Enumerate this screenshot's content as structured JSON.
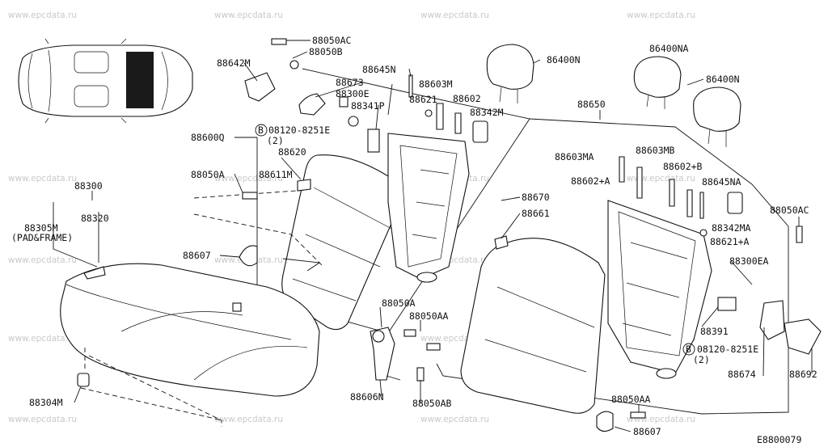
{
  "diagram": {
    "code": "E8800079",
    "watermark": "www.epcdata.ru",
    "callout_b": "B",
    "labels": {
      "p88050AC": "88050AC",
      "p88050B": "88050B",
      "p88642M": "88642M",
      "p88645N": "88645N",
      "p86400N_a": "86400N",
      "p86400NA": "86400NA",
      "p86400N_b": "86400N",
      "p88673": "88673",
      "p88603M": "88603M",
      "p88300E": "88300E",
      "p88341P": "88341P",
      "p88621": "88621",
      "p88602": "88602",
      "p88342M": "88342M",
      "p88650": "88650",
      "p88600Q": "88600Q",
      "p08120_a": "08120-8251E",
      "p08120_a_qty": "(2)",
      "p88620": "88620",
      "p88603MA": "88603MA",
      "p88603MB": "88603MB",
      "p88602B": "88602+B",
      "p88602A": "88602+A",
      "p88050A_a": "88050A",
      "p88611M": "88611M",
      "p88645NA": "88645NA",
      "p88300": "88300",
      "p88670": "88670",
      "p88661": "88661",
      "p88050AC_b": "88050AC",
      "p88305M": "88305M",
      "p88305M_sub": "(PAD&FRAME)",
      "p88320": "88320",
      "p88342MA": "88342MA",
      "p88621A": "88621+A",
      "p88607_a": "88607",
      "p88300EA": "88300EA",
      "p88050A_b": "88050A",
      "p88050AA_a": "88050AA",
      "p88391": "88391",
      "p08120_b": "08120-8251E",
      "p08120_b_qty": "(2)",
      "p88674": "88674",
      "p88692": "88692",
      "p88606N": "88606N",
      "p88050AB": "88050AB",
      "p88304M": "88304M",
      "p88050AA_b": "88050AA",
      "p88607_b": "88607"
    }
  }
}
